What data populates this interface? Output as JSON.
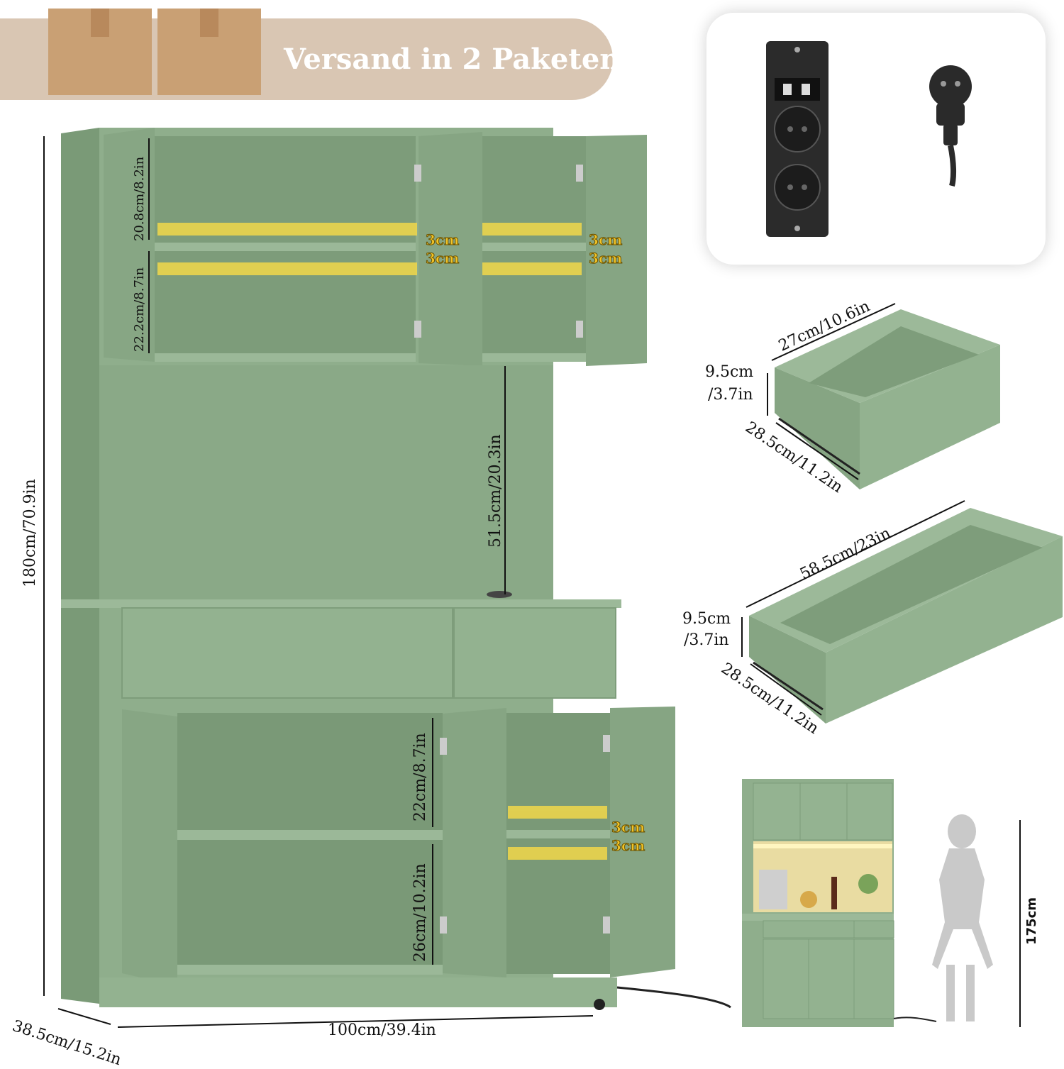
{
  "banner": {
    "label": "Versand in 2 Paketen"
  },
  "colors": {
    "cabinet": "#8fae8c",
    "cabinet_dark": "#6f8f6c",
    "shelf_marker": "#f2d84a",
    "banner": "#d9c6b3",
    "box": "#c9a074"
  },
  "icons": [
    "cardboard-box-icon",
    "power-strip-icon",
    "eu-plug-icon",
    "woman-silhouette-icon"
  ],
  "dimensions": {
    "height_total": "180cm/70.9in",
    "depth": "38.5cm/15.2in",
    "width": "100cm/39.4in",
    "upper_top": "20.8cm/8.2in",
    "upper_bottom": "22.2cm/8.7in",
    "open_section": "51.5cm/20.3in",
    "lower_top": "22cm/8.7in",
    "lower_bottom": "26cm/10.2in",
    "shelf_step": "3cm",
    "small_drawer_width": "27cm/10.6in",
    "small_drawer_height_cm": "9.5cm",
    "small_drawer_height_in": "/3.7in",
    "small_drawer_depth": "28.5cm/11.2in",
    "large_drawer_width": "58.5cm/23in",
    "large_drawer_height_cm": "9.5cm",
    "large_drawer_height_in": "/3.7in",
    "large_drawer_depth": "28.5cm/11.2in",
    "person_height": "175cm"
  }
}
